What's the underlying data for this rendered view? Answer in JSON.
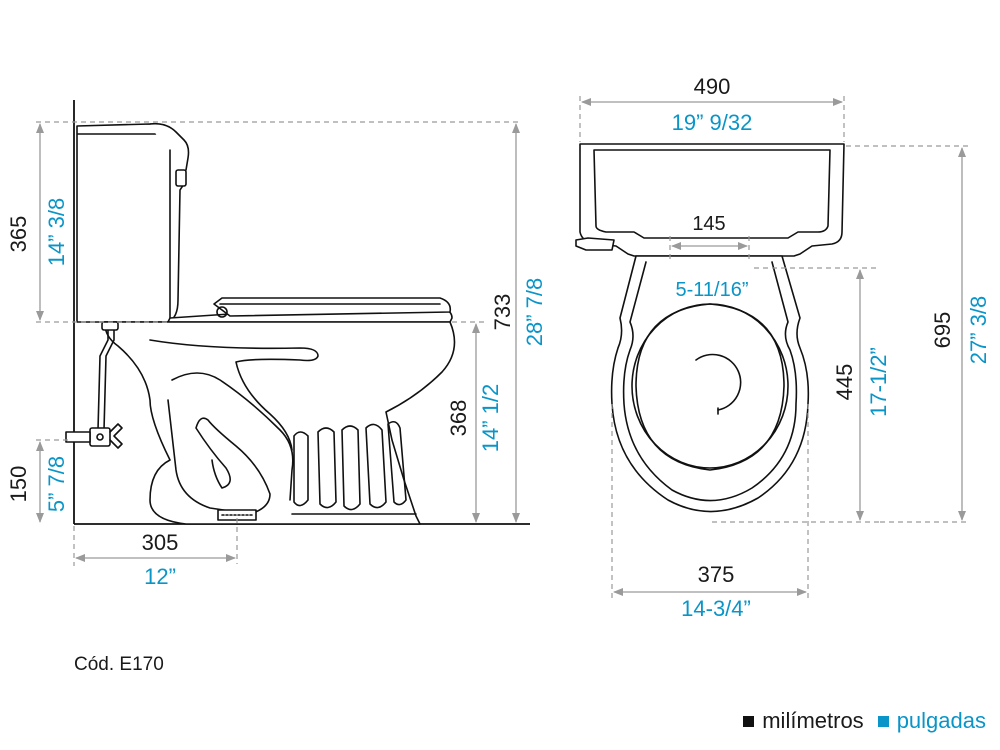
{
  "product_code": "Cód. E170",
  "legend": {
    "millimeters": "milímetros",
    "inches": "pulgadas",
    "millimeters_color": "#111111",
    "inches_color": "#0a95c8"
  },
  "side_view": {
    "tank_height": {
      "mm": "365",
      "in": "14” 3/8"
    },
    "total_height": {
      "mm": "733",
      "in": "28” 7/8"
    },
    "bowl_height": {
      "mm": "368",
      "in": "14” 1/2"
    },
    "supply_height": {
      "mm": "150",
      "in": "5” 7/8"
    },
    "rough_in": {
      "mm": "305",
      "in": "12”"
    }
  },
  "top_view": {
    "tank_width": {
      "mm": "490",
      "in": "19” 9/32"
    },
    "bolt_spacing": {
      "mm": "145",
      "in": "5-11/16”"
    },
    "bowl_length": {
      "mm": "445",
      "in": "17-1/2”"
    },
    "total_depth": {
      "mm": "695",
      "in": "27” 3/8"
    },
    "bowl_width": {
      "mm": "375",
      "in": "14-3/4”"
    }
  }
}
